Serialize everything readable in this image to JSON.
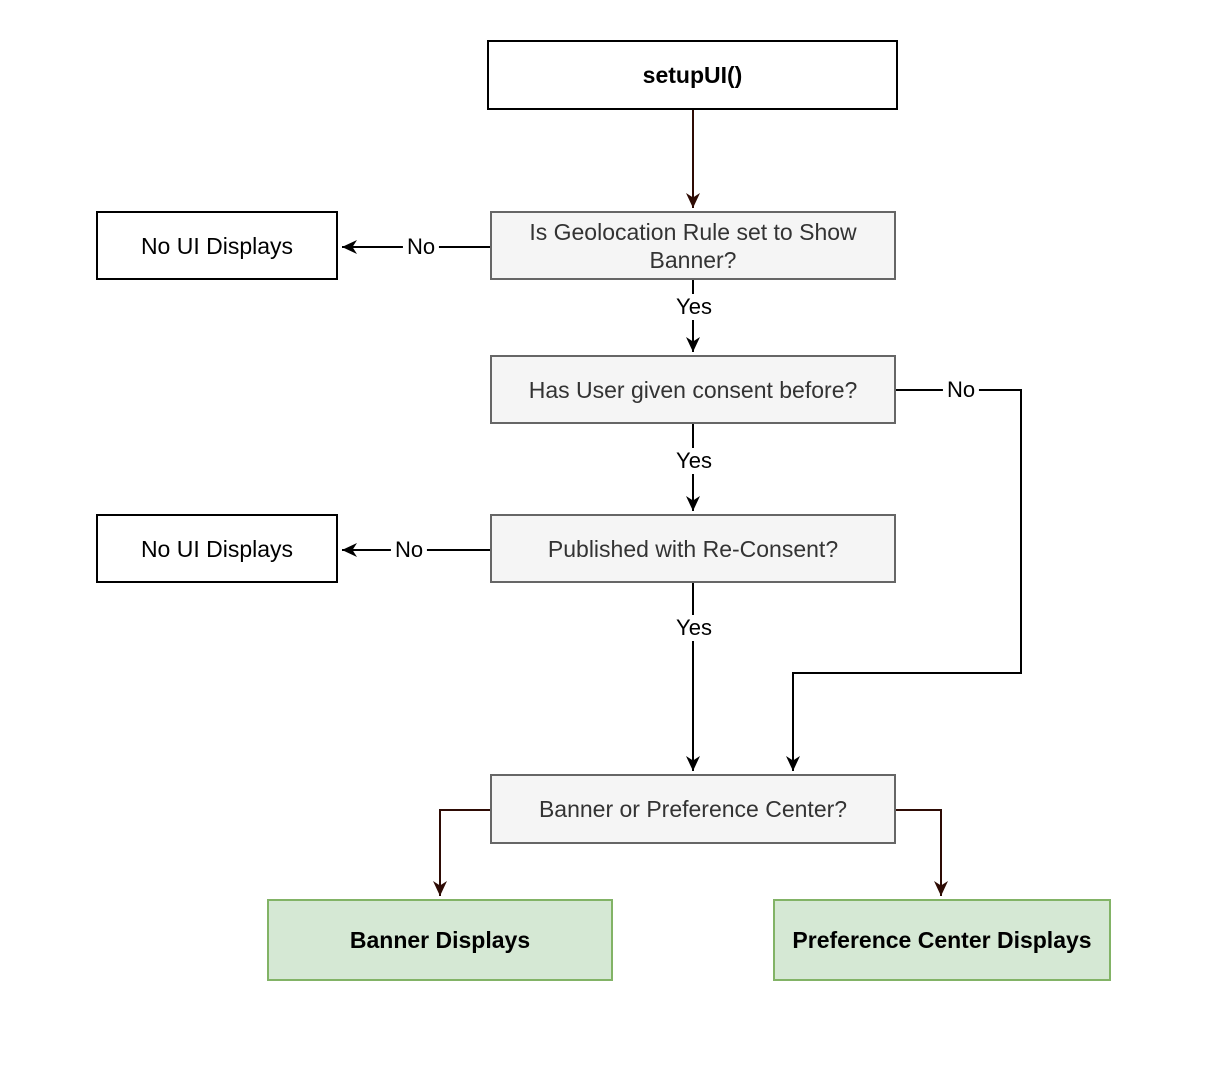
{
  "nodes": {
    "setup": {
      "label": "setupUI()"
    },
    "geo_rule": {
      "label": "Is Geolocation Rule set to Show Banner?"
    },
    "no_ui_top": {
      "label": "No UI Displays"
    },
    "consent_before": {
      "label": "Has User given consent before?"
    },
    "no_ui_bottom": {
      "label": "No UI Displays"
    },
    "reconsent": {
      "label": "Published with Re-Consent?"
    },
    "banner_or_pc": {
      "label": "Banner or Preference Center?"
    },
    "banner_displays": {
      "label": "Banner Displays"
    },
    "pc_displays": {
      "label": "Preference Center Displays"
    }
  },
  "edge_labels": {
    "geo_no": "No",
    "geo_yes": "Yes",
    "consent_no": "No",
    "consent_yes": "Yes",
    "reconsent_no": "No",
    "reconsent_yes": "Yes"
  },
  "colors": {
    "background": "#ffffff",
    "decision_fill": "#f5f5f5",
    "decision_border": "#666666",
    "decision_text": "#333333",
    "terminal_fill": "#ffffff",
    "terminal_border": "#000000",
    "result_fill": "#d5e8d4",
    "result_border": "#82b366",
    "edge_black": "#000000",
    "edge_maroon": "#2e0b04"
  }
}
